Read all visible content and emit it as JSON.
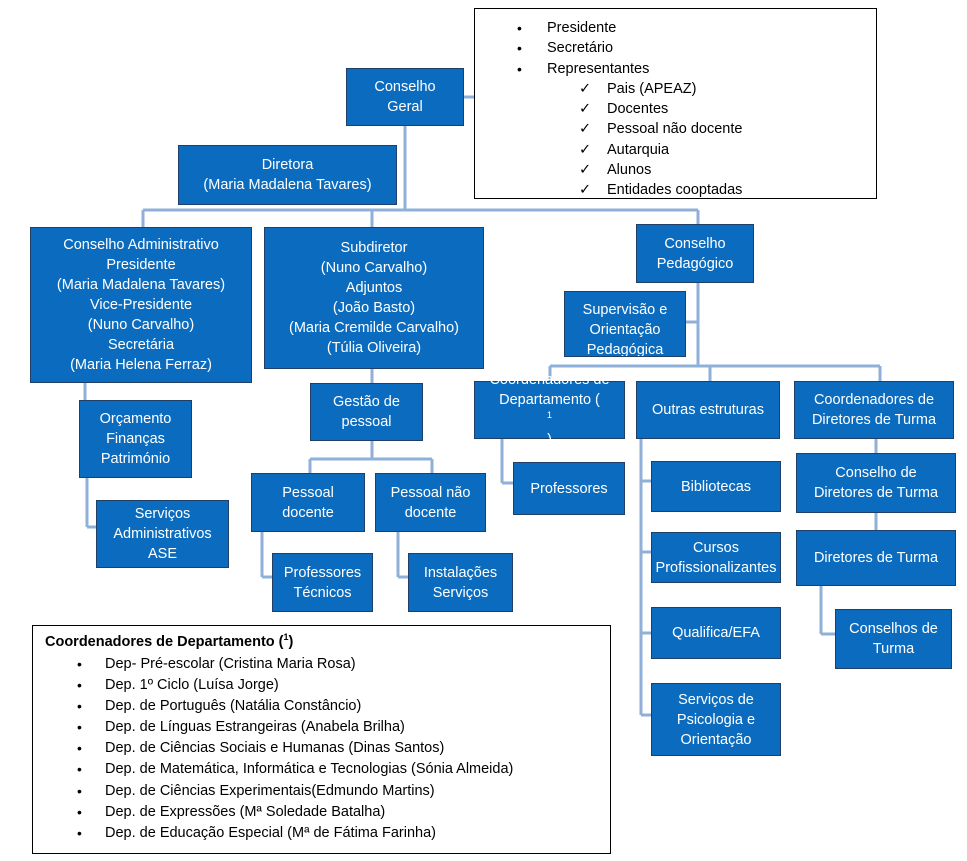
{
  "nodes": {
    "conselho_geral": [
      "Conselho",
      "Geral"
    ],
    "diretora": [
      "Diretora",
      "(Maria Madalena Tavares)"
    ],
    "conselho_administrativo": [
      "Conselho Administrativo",
      "Presidente",
      "(Maria Madalena Tavares)",
      "Vice-Presidente",
      "(Nuno Carvalho)",
      "Secretária",
      "(Maria Helena Ferraz)"
    ],
    "subdiretor": [
      "Subdiretor",
      "(Nuno Carvalho)",
      "Adjuntos",
      "(João Basto)",
      "(Maria Cremilde Carvalho)",
      "(Túlia Oliveira)"
    ],
    "conselho_pedagogico": [
      "Conselho",
      "Pedagógico"
    ],
    "supervisao": [
      "Supervisão e",
      "Orientação",
      "Pedagógica"
    ],
    "orcamento": [
      "Orçamento",
      "Finanças",
      "Património"
    ],
    "servicos_administrativos": [
      "Serviços",
      "Administrativos",
      "ASE"
    ],
    "gestao_pessoal": [
      "Gestão de",
      "pessoal"
    ],
    "pessoal_docente": [
      "Pessoal",
      "docente"
    ],
    "pessoal_nao_docente": [
      "Pessoal não",
      "docente"
    ],
    "professores_tecnicos": [
      "Professores",
      "Técnicos"
    ],
    "instalacoes_servicos": [
      "Instalações",
      "Serviços"
    ],
    "coordenadores_departamento": [
      "Coordenadores de",
      "Departamento ("
    ],
    "coordenadores_departamento_note": "1",
    "coordenadores_departamento_close": ")",
    "professores": [
      "Professores"
    ],
    "outras_estruturas": [
      "Outras estruturas"
    ],
    "bibliotecas": [
      "Bibliotecas"
    ],
    "cursos_profissionalizantes": [
      "Cursos",
      "Profissionalizantes"
    ],
    "qualifica_efa": [
      "Qualifica/EFA"
    ],
    "spo": [
      "Serviços de",
      "Psicologia e",
      "Orientação"
    ],
    "coordenadores_diretores_turma": [
      "Coordenadores de",
      "Diretores de Turma"
    ],
    "conselho_diretores_turma": [
      "Conselho de",
      "Diretores de Turma"
    ],
    "diretores_turma": [
      "Diretores de Turma"
    ],
    "conselhos_turma": [
      "Conselhos de",
      "Turma"
    ]
  },
  "conselho_geral_members": {
    "items": [
      "Presidente",
      "Secretário",
      "Representantes"
    ],
    "representantes": [
      "Pais (APEAZ)",
      "Docentes",
      "Pessoal não docente",
      "Autarquia",
      "Alunos",
      "Entidades cooptadas"
    ],
    "check_symbol": "✓"
  },
  "legend": {
    "title": "Coordenadores de Departamento (",
    "title_note": "1",
    "title_close": ")",
    "items": [
      "Dep- Pré-escolar (Cristina Maria Rosa)",
      "Dep. 1º Ciclo (Luísa Jorge)",
      "Dep. de Português (Natália Constâncio)",
      "Dep. de Línguas Estrangeiras (Anabela Brilha)",
      "Dep. de Ciências Sociais e Humanas (Dinas Santos)",
      "Dep. de Matemática, Informática e Tecnologias (Sónia Almeida)",
      "Dep. de Ciências Experimentais(Edmundo Martins)",
      "Dep. de Expressões (Mª Soledade Batalha)",
      "Dep. de Educação Especial (Mª de Fátima Farinha)"
    ]
  },
  "colors": {
    "box_fill": "#0b6cbf",
    "box_border": "#1f3f66",
    "connector": "#8fb0d8",
    "text_on_box": "#ffffff"
  }
}
